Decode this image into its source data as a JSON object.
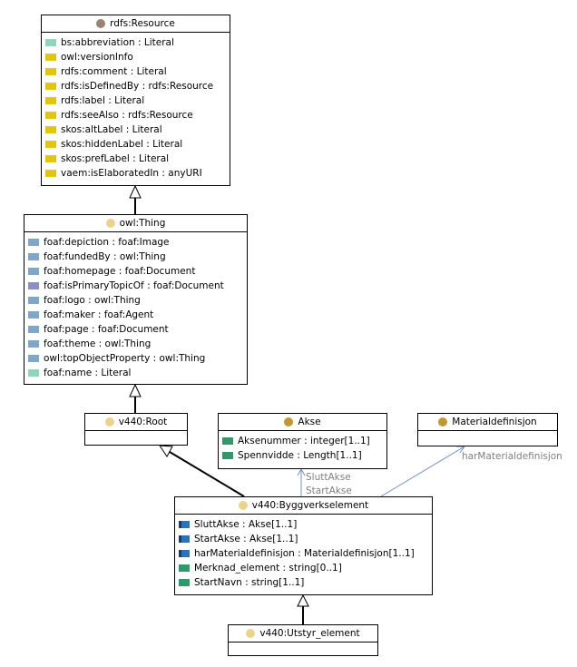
{
  "colors": {
    "rdfs": "#9b8472",
    "thing": "#e9d38d",
    "root": "#e9d38d",
    "akse": "#c29830",
    "material": "#c29830",
    "bygg": "#e9d38d",
    "utstyr": "#e9d38d",
    "literal_attr": "#8fd6b8",
    "annotation_attr": "#dfc80f",
    "object_attr": "#7fa8c8",
    "inverse_attr": "#8b8fc6",
    "data_attr": "#2e9a6a",
    "own_object_attr": "#2a73b5",
    "link_line": "#000000",
    "assoc_line": "#6f8fd0"
  },
  "classes": {
    "rdfs_resource": {
      "name": "rdfs:Resource",
      "icon": "class-circle-icon",
      "attributes": [
        {
          "text": "bs:abbreviation : Literal",
          "kind": "literal"
        },
        {
          "text": "owl:versionInfo",
          "kind": "annotation"
        },
        {
          "text": "rdfs:comment : Literal",
          "kind": "annotation"
        },
        {
          "text": "rdfs:isDefinedBy : rdfs:Resource",
          "kind": "annotation"
        },
        {
          "text": "rdfs:label : Literal",
          "kind": "annotation"
        },
        {
          "text": "rdfs:seeAlso : rdfs:Resource",
          "kind": "annotation"
        },
        {
          "text": "skos:altLabel : Literal",
          "kind": "annotation"
        },
        {
          "text": "skos:hiddenLabel : Literal",
          "kind": "annotation"
        },
        {
          "text": "skos:prefLabel : Literal",
          "kind": "annotation"
        },
        {
          "text": "vaem:isElaboratedIn : anyURI",
          "kind": "annotation"
        }
      ]
    },
    "owl_thing": {
      "name": "owl:Thing",
      "icon": "class-circle-icon",
      "attributes": [
        {
          "text": "foaf:depiction : foaf:Image",
          "kind": "object"
        },
        {
          "text": "foaf:fundedBy : owl:Thing",
          "kind": "object"
        },
        {
          "text": "foaf:homepage : foaf:Document",
          "kind": "object"
        },
        {
          "text": "foaf:isPrimaryTopicOf : foaf:Document",
          "kind": "inverse"
        },
        {
          "text": "foaf:logo : owl:Thing",
          "kind": "object"
        },
        {
          "text": "foaf:maker : foaf:Agent",
          "kind": "object"
        },
        {
          "text": "foaf:page : foaf:Document",
          "kind": "object"
        },
        {
          "text": "foaf:theme : owl:Thing",
          "kind": "object"
        },
        {
          "text": "owl:topObjectProperty : owl:Thing",
          "kind": "object"
        },
        {
          "text": "foaf:name : Literal",
          "kind": "literal"
        }
      ]
    },
    "v440_root": {
      "name": "v440:Root",
      "icon": "class-circle-icon",
      "attributes": []
    },
    "akse": {
      "name": "Akse",
      "icon": "class-circle-icon",
      "attributes": [
        {
          "text": "Aksenummer : integer[1..1]",
          "kind": "data"
        },
        {
          "text": "Spennvidde : Length[1..1]",
          "kind": "data"
        }
      ]
    },
    "materialdefinisjon": {
      "name": "Materialdefinisjon",
      "icon": "class-circle-icon",
      "attributes": []
    },
    "byggverkselement": {
      "name": "v440:Byggverkselement",
      "icon": "class-circle-icon",
      "attributes": [
        {
          "text": "SluttAkse : Akse[1..1]",
          "kind": "own_object"
        },
        {
          "text": "StartAkse : Akse[1..1]",
          "kind": "own_object"
        },
        {
          "text": "harMaterialdefinisjon : Materialdefinisjon[1..1]",
          "kind": "own_object"
        },
        {
          "text": "Merknad_element : string[0..1]",
          "kind": "data"
        },
        {
          "text": "StartNavn : string[1..1]",
          "kind": "data"
        }
      ]
    },
    "utstyr_element": {
      "name": "v440:Utstyr_element",
      "icon": "class-circle-icon",
      "attributes": []
    }
  },
  "association_labels": {
    "slutt_akse": "SluttAkse",
    "start_akse": "StartAkse",
    "har_materialdefinisjon": "harMaterialdefinisjon"
  }
}
